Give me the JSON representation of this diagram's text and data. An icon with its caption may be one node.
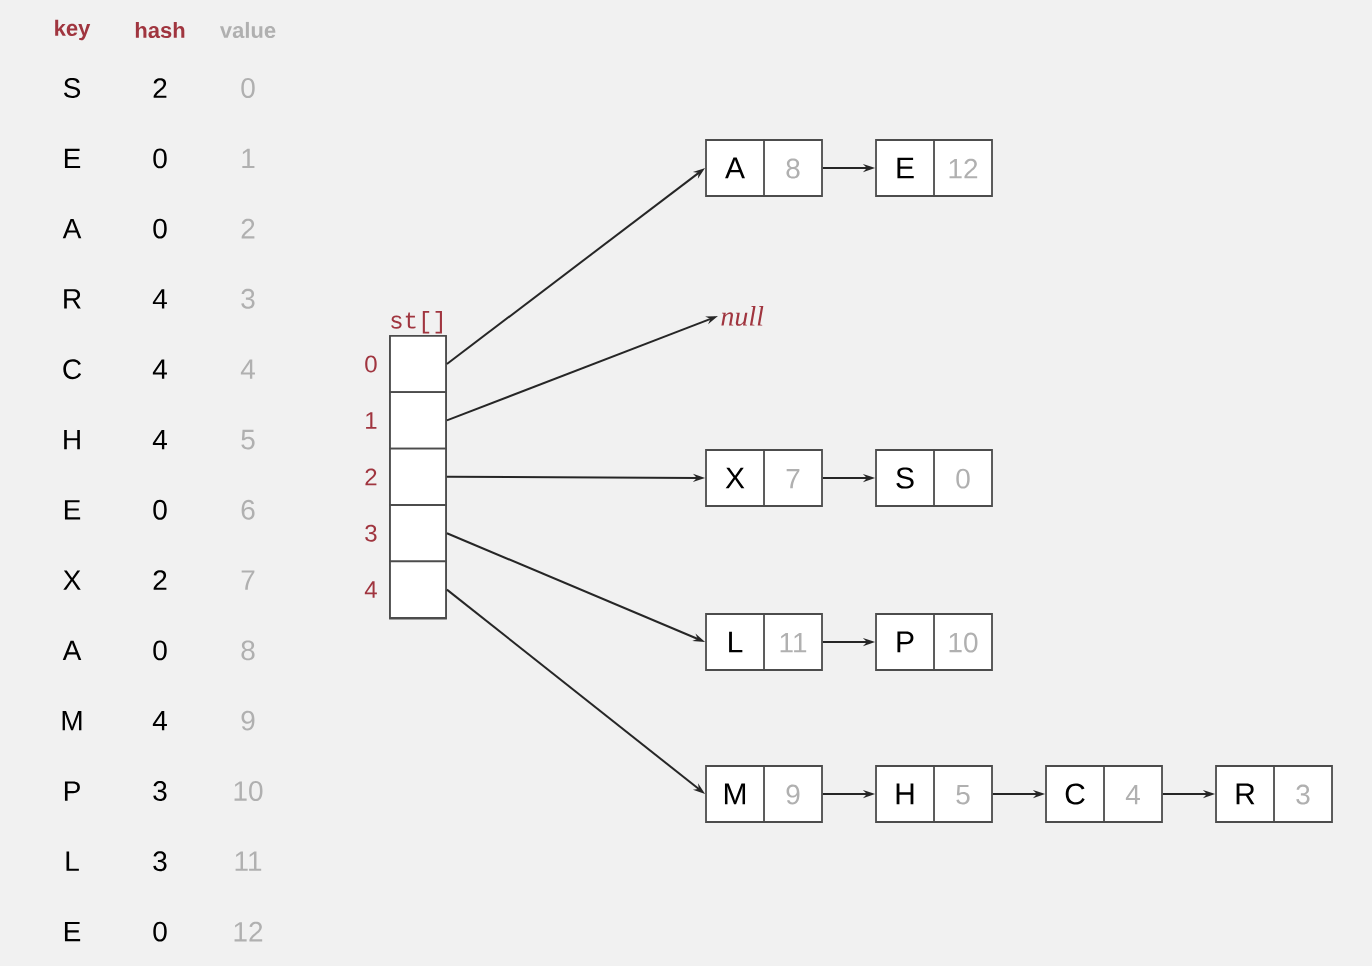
{
  "diagram": {
    "nodes": [
      {
        "text": [
          "st[]"
        ]
      },
      {
        "text": [],
        "shape": "box",
        "in": 0,
        "beside": [
          "0"
        ]
      },
      {
        "text": [],
        "shape": "box",
        "in": 0,
        "beside": [
          "1"
        ]
      },
      {
        "text": [],
        "shape": "box",
        "in": 0,
        "beside": [
          "2"
        ]
      },
      {
        "text": [],
        "shape": "box",
        "in": 0,
        "beside": [
          "3"
        ]
      },
      {
        "text": [],
        "shape": "box",
        "in": 0,
        "beside": [
          "4"
        ]
      },
      {
        "text": [
          "A",
          "8"
        ]
      },
      {
        "text": [
          "E",
          "12"
        ]
      },
      {
        "text": [
          "null"
        ]
      },
      {
        "text": [
          "X",
          "7"
        ]
      },
      {
        "text": [
          "S",
          "0"
        ]
      },
      {
        "text": [
          "L",
          "11"
        ]
      },
      {
        "text": [
          "P",
          "10"
        ]
      },
      {
        "text": [
          "M",
          "9"
        ]
      },
      {
        "text": [
          "H",
          "5"
        ]
      },
      {
        "text": [
          "C",
          "4"
        ]
      },
      {
        "text": [
          "R",
          "3"
        ]
      }
    ],
    "edges": [
      {
        "from": 1,
        "to": 6,
        "arrow": "to"
      },
      {
        "from": 6,
        "to": 7,
        "arrow": "to"
      },
      {
        "from": 2,
        "to": 8,
        "arrow": "to"
      },
      {
        "from": 3,
        "to": 9,
        "arrow": "to"
      },
      {
        "from": 9,
        "to": 10,
        "arrow": "to"
      },
      {
        "from": 4,
        "to": 11,
        "arrow": "to"
      },
      {
        "from": 11,
        "to": 12,
        "arrow": "to"
      },
      {
        "from": 5,
        "to": 13,
        "arrow": "to"
      },
      {
        "from": 13,
        "to": 14,
        "arrow": "to"
      },
      {
        "from": 14,
        "to": 15,
        "arrow": "to"
      },
      {
        "from": 15,
        "to": 16,
        "arrow": "to"
      }
    ],
    "labels": [
      "key",
      "hash",
      "value",
      "S",
      "2",
      "0",
      "E",
      "0",
      "1",
      "A",
      "0",
      "2",
      "R",
      "4",
      "3",
      "C",
      "4",
      "4",
      "H",
      "4",
      "5",
      "E",
      "0",
      "6",
      "X",
      "2",
      "7",
      "A",
      "0",
      "8",
      "M",
      "4",
      "9",
      "P",
      "3",
      "10",
      "L",
      "3",
      "11",
      "E",
      "0",
      "12"
    ]
  }
}
